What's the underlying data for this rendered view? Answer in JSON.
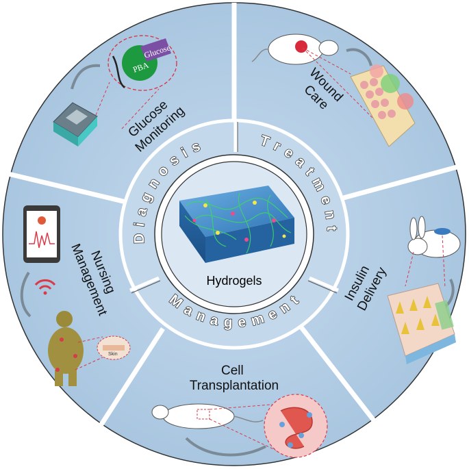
{
  "center": {
    "label": "Hydrogels"
  },
  "ring": [
    {
      "id": "diagnosis",
      "label": "Diagnosis"
    },
    {
      "id": "treatment",
      "label": "Treatment"
    },
    {
      "id": "management",
      "label": "Management"
    }
  ],
  "segments": [
    {
      "id": "glucose-monitoring",
      "lines": [
        "Glucose",
        "Monitoring"
      ]
    },
    {
      "id": "wound-care",
      "lines": [
        "Wound",
        "Care"
      ]
    },
    {
      "id": "insulin-delivery",
      "lines": [
        "Insulin",
        "Delivery"
      ]
    },
    {
      "id": "cell-transplantation",
      "lines": [
        "Cell",
        "Transplantation"
      ]
    },
    {
      "id": "nursing-management",
      "lines": [
        "Nursing",
        "Management"
      ]
    }
  ],
  "molecule": {
    "pba": "PBA",
    "glucose": "Glucose"
  },
  "illustration_text": {
    "skin": "Skin"
  },
  "colors": {
    "panel": "#b8d1e6",
    "ring": "#c3d8ea",
    "divider": "#ffffff",
    "outline": "#333333",
    "gel": "#3a86c4"
  }
}
